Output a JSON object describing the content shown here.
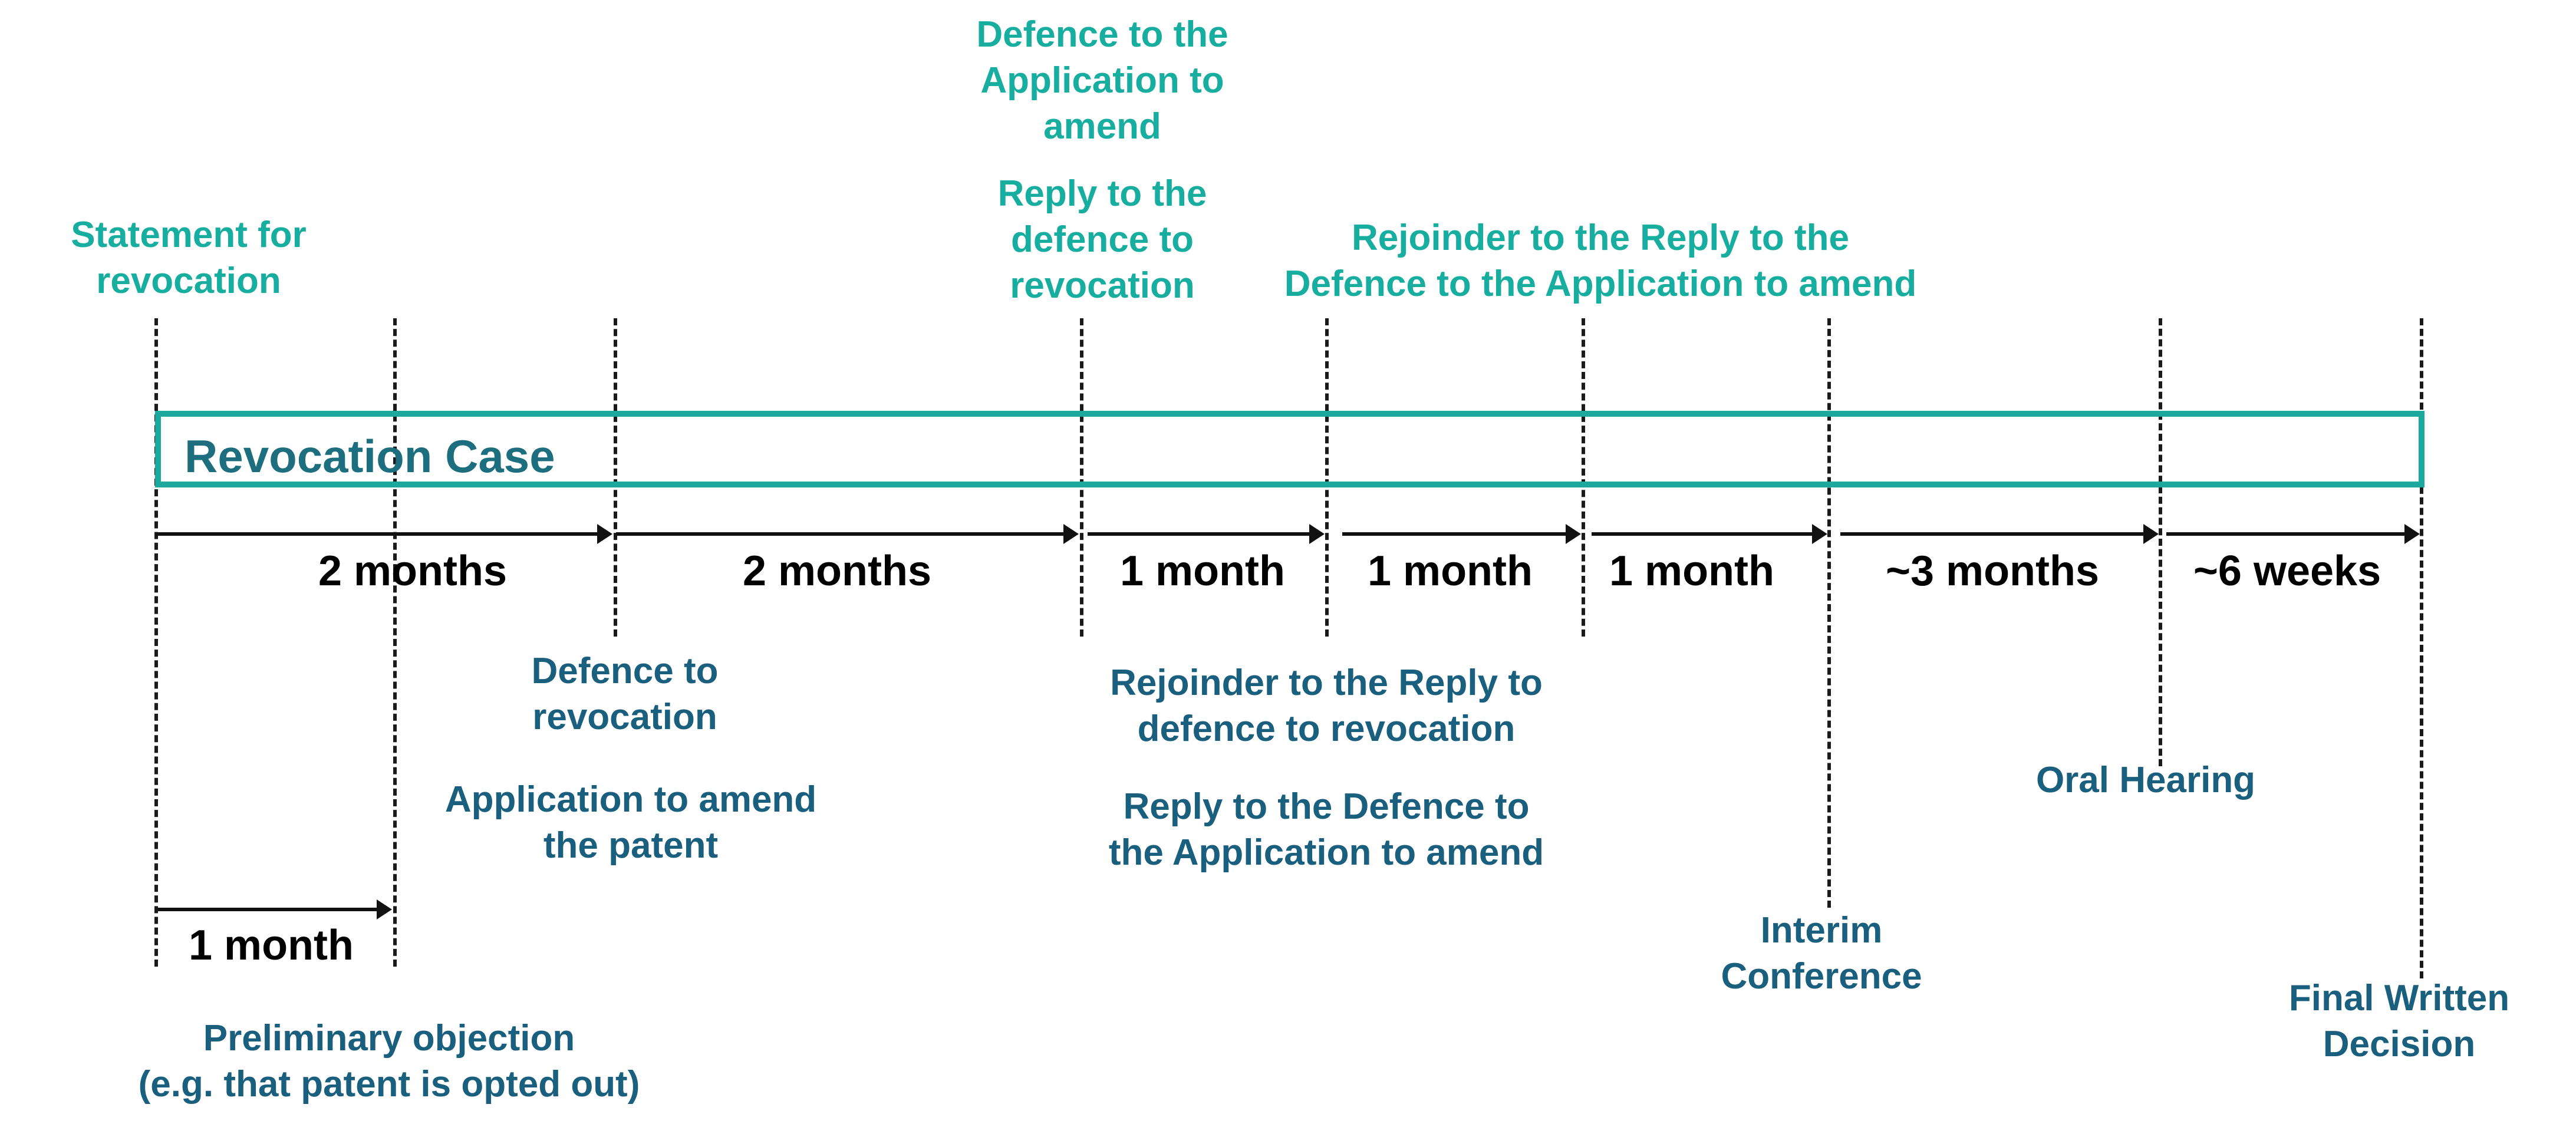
{
  "diagram": {
    "case_title": "Revocation Case",
    "durations": {
      "d1": "2 months",
      "d2": "2 months",
      "d3": "1 month",
      "d4": "1 month",
      "d5": "1 month",
      "d6": "~3 months",
      "d7": "~6 weeks",
      "prelim": "1 month"
    },
    "top_labels": {
      "statement": "Statement for\nrevocation",
      "defence_amend": "Defence to the\nApplication to\namend",
      "reply_defence": "Reply to the\ndefence to\nrevocation",
      "rejoinder_amend": "Rejoinder to the Reply to the\nDefence to the Application to amend"
    },
    "bottom_labels": {
      "defence_revocation": "Defence to\nrevocation",
      "application_amend": "Application to amend\nthe patent",
      "rejoinder_reply": "Rejoinder to the Reply to\ndefence to revocation",
      "reply_defence_amend": "Reply to the Defence to\nthe Application to amend",
      "oral_hearing": "Oral Hearing",
      "interim": "Interim\nConference",
      "final": "Final Written\nDecision",
      "preliminary": "Preliminary objection\n(e.g. that patent is opted out)"
    },
    "colors": {
      "teal_label": "#17ad9f",
      "navy_label": "#1b5f7e",
      "box_border": "#1aa99c",
      "box_title": "#1d6e7e"
    }
  }
}
